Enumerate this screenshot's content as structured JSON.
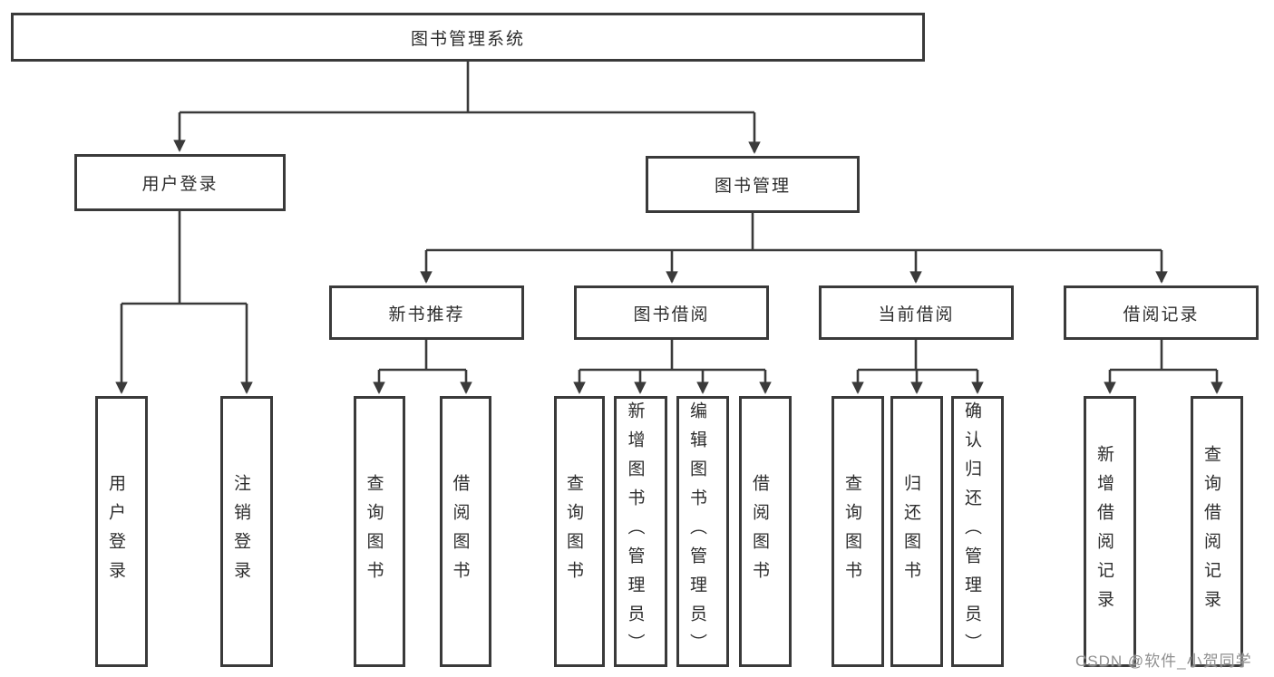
{
  "diagram": {
    "root": "图书管理系统",
    "branches": [
      {
        "label": "用户登录",
        "children": [
          "用户登录",
          "注销登录"
        ]
      },
      {
        "label": "图书管理",
        "groups": [
          {
            "label": "新书推荐",
            "children": [
              "查询图书",
              "借阅图书"
            ]
          },
          {
            "label": "图书借阅",
            "children": [
              "查询图书",
              "新增图书（管理员）",
              "编辑图书（管理员）",
              "借阅图书"
            ]
          },
          {
            "label": "当前借阅",
            "children": [
              "查询图书",
              "归还图书",
              "确认归还（管理员）"
            ]
          },
          {
            "label": "借阅记录",
            "children": [
              "新增借阅记录",
              "查询借阅记录"
            ]
          }
        ]
      }
    ],
    "watermark": "CSDN @软件_小贺同学",
    "colors": {
      "line": "#3a3a3a",
      "text": "#2d2d2d",
      "watermark": "#8f8f8f",
      "background": "#ffffff"
    }
  }
}
